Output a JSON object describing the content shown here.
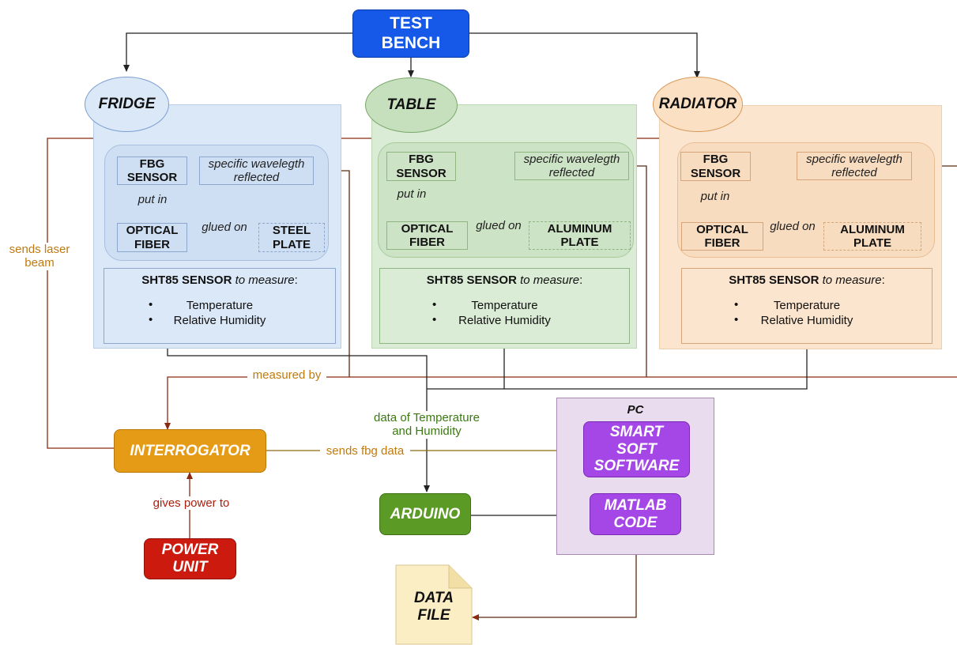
{
  "title_node": "TEST\nBENCH",
  "zones": {
    "fridge": {
      "name": "FRIDGE",
      "plate": "STEEL\nPLATE"
    },
    "table": {
      "name": "TABLE",
      "plate": "ALUMINUM\nPLATE"
    },
    "radiator": {
      "name": "RADIATOR",
      "plate": "ALUMINUM\nPLATE"
    }
  },
  "common": {
    "fbg": "FBG\nSENSOR",
    "reflected": "specific wavelegth\nreflected",
    "put_in": "put in",
    "optical": "OPTICAL\nFIBER",
    "glued": "glued on",
    "sht_bold": "SHT85 SENSOR",
    "sht_italic": "to measure",
    "sht_colon": ":",
    "bullet": "•",
    "temp": "Temperature",
    "humidity": "Relative Humidity"
  },
  "labels": {
    "sends_laser": "sends laser\nbeam",
    "measured_by": "measured by",
    "data_th": "data of Temperature\nand Humidity",
    "sends_fbg": "sends fbg data",
    "gives_power": "gives power to"
  },
  "nodes": {
    "interrogator": "INTERROGATOR",
    "power": "POWER\nUNIT",
    "arduino": "ARDUINO",
    "pc": "PC",
    "smart": "SMART\nSOFT\nSOFTWARE",
    "matlab": "MATLAB\nCODE",
    "datafile": "DATA\nFILE"
  },
  "colors": {
    "blue_node": "#1659e8",
    "orange_node": "#e59b16",
    "red_node": "#cc1a0e",
    "green_node": "#5a9a25",
    "purple_node": "#a447e6",
    "pc_bg": "#e9dcee",
    "fridge_bg": "#dbe8f8",
    "table_bg": "#daecd5",
    "radiator_bg": "#fbe5cf"
  }
}
